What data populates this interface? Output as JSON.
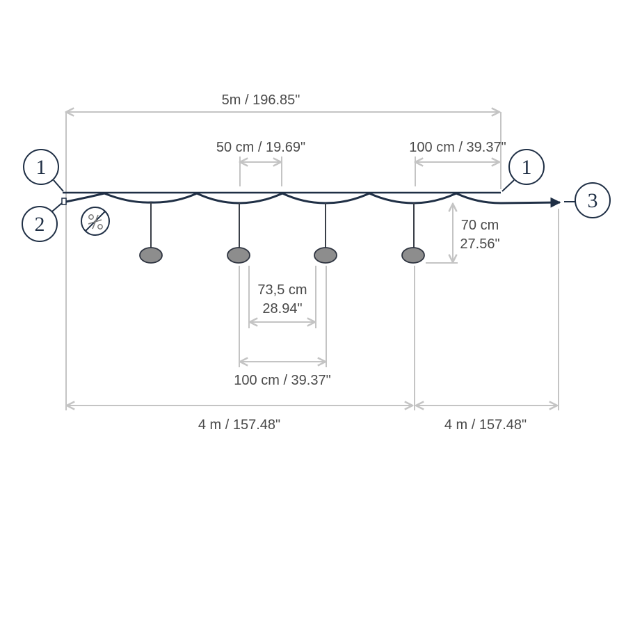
{
  "dimensions": {
    "total_length": "5m / 196.85\"",
    "connector_spacing": "50 cm / 19.69\"",
    "end_spacing": "100 cm / 39.37\"",
    "drop_height_cm": "70 cm",
    "drop_height_in": "27.56\"",
    "pendant_gap_cm": "73,5 cm",
    "pendant_gap_in": "28.94\"",
    "pendant_spacing": "100 cm / 39.37\"",
    "section_left": "4 m / 157.48\"",
    "section_right": "4 m / 157.48\""
  },
  "callouts": {
    "wire_left": "1",
    "wire_right": "1",
    "cable_end": "2",
    "plug": "3"
  },
  "icons": {
    "no_cut": "no-cut-scissors-icon"
  },
  "colors": {
    "line": "#1f2f45",
    "dimension": "#c4c4c4",
    "shade": "#8d8d8d"
  }
}
